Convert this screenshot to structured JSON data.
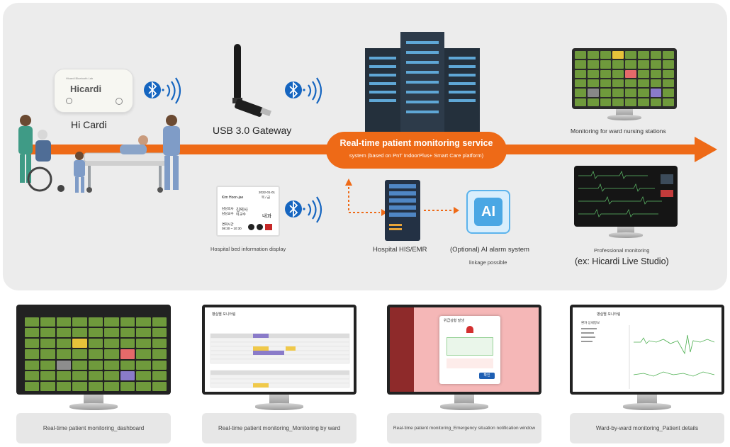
{
  "devices": {
    "hicardi_title": "Hi Cardi",
    "hicardi_brand": "Hicardi",
    "hicardi_maker": "Hicardi Bluetooth Lab",
    "gateway_title": "USB 3.0 Gateway",
    "bed_display_caption": "Hospital bed information display",
    "bed_display": {
      "patient": "Kim Hoon-jae",
      "date": "2022-01-01",
      "day": "목 / 금",
      "doctor_label": "담당의사",
      "doctor_name": "김의사",
      "nurse_label": "담당교수",
      "nurse_name": "이교수",
      "dept": "내과",
      "time_label": "면회시간",
      "time_value": "08:30 ~ 10:30"
    }
  },
  "service": {
    "title": "Real-time patient monitoring service",
    "subtitle": "system (based on PnT IndoorPlus+ Smart Care platform)"
  },
  "his": {
    "label": "Hospital HIS/EMR"
  },
  "ai": {
    "icon_text": "AI",
    "label": "(Optional) AI alarm system",
    "sublabel": "linkage possible"
  },
  "right": {
    "ward_label": "Monitoring for ward nursing stations",
    "pro_label": "Professional monitoring",
    "pro_example": "(ex: Hicardi Live Studio)"
  },
  "screens": [
    {
      "caption": "Real-time patient monitoring_dashboard"
    },
    {
      "caption": "Real-time patient monitoring_Monitoring by ward"
    },
    {
      "caption": "Real-time patient monitoring_Emergency situation notification window"
    },
    {
      "caption": "Ward-by-ward monitoring_Patient details"
    }
  ],
  "screen_text": {
    "ward_title": "병실별 모니터링",
    "alert_title": "위급상황 발생",
    "alert_button": "확인",
    "detail_title": "병실별 모니터링",
    "detail_section": "환자 상세정보"
  },
  "colors": {
    "flow_orange": "#ee6a17",
    "panel_grey": "#ececec",
    "bluetooth_blue": "#1565c0",
    "tile_green": "#6f9a3c",
    "alert_pink": "#f5b7b7"
  }
}
